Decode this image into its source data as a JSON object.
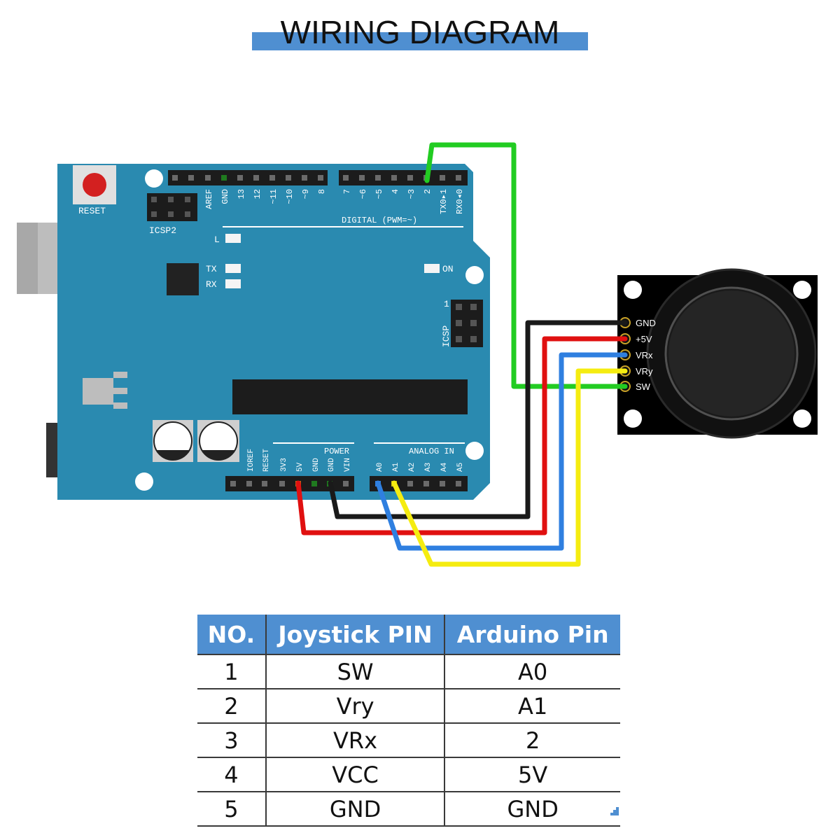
{
  "title": "WIRING DIAGRAM",
  "arduino": {
    "reset_label": "RESET",
    "icsp2_label": "ICSP2",
    "icsp_label": "ICSP",
    "icsp_pin1": "1",
    "digital_label": "DIGITAL (PWM=~)",
    "power_label": "POWER",
    "analog_label": "ANALOG IN",
    "led_l": "L",
    "led_tx": "TX",
    "led_rx": "RX",
    "led_on": "ON",
    "top_pins": [
      "AREF",
      "GND",
      "13",
      "12",
      "~11",
      "~10",
      "~9",
      "8",
      "7",
      "~6",
      "~5",
      "4",
      "~3",
      "2",
      "TX0▸1",
      "RX0◂0"
    ],
    "power_pins": [
      "IOREF",
      "RESET",
      "3V3",
      "5V",
      "GND",
      "GND",
      "VIN"
    ],
    "analog_pins": [
      "A0",
      "A1",
      "A2",
      "A3",
      "A4",
      "A5"
    ]
  },
  "joystick": {
    "pins": [
      "GND",
      "+5V",
      "VRx",
      "VRy",
      "SW"
    ]
  },
  "wire_colors": {
    "gnd": "#1a1a1a",
    "vcc": "#e01010",
    "vrx": "#2f7fe0",
    "vry": "#f5ec10",
    "sw": "#22cc22"
  },
  "colors": {
    "board": "#2a8ab0",
    "accent": "#4f8fd1"
  },
  "table": {
    "headers": [
      "NO.",
      "Joystick PIN",
      "Arduino Pin"
    ],
    "rows": [
      [
        "1",
        "SW",
        "A0"
      ],
      [
        "2",
        "Vry",
        "A1"
      ],
      [
        "3",
        "VRx",
        "2"
      ],
      [
        "4",
        "VCC",
        "5V"
      ],
      [
        "5",
        "GND",
        "GND"
      ]
    ]
  }
}
